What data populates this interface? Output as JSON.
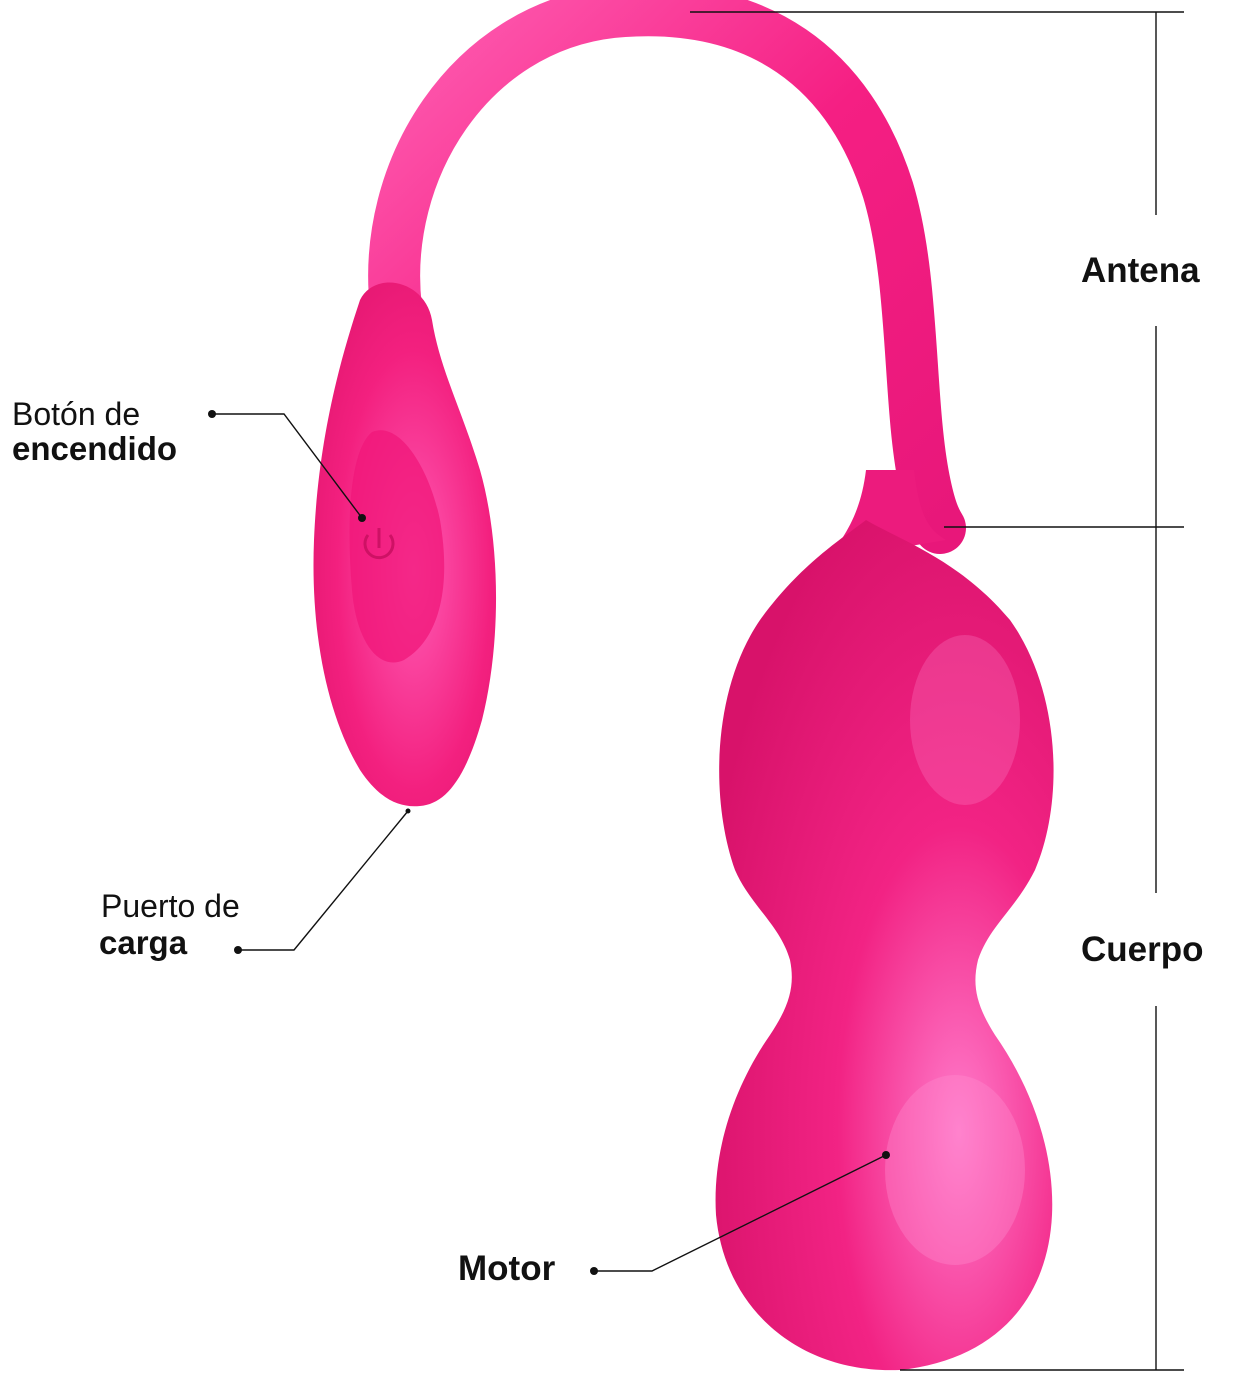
{
  "labels": {
    "boton_line1": "Botón de",
    "boton_line2": "encendido",
    "puerto_line1": "Puerto de",
    "puerto_line2": "carga",
    "motor": "Motor",
    "antena": "Antena",
    "cuerpo": "Cuerpo"
  },
  "colors": {
    "product_main": "#f01c80",
    "product_light": "#ff6cc0",
    "product_dark": "#d0105e",
    "line": "#111111"
  },
  "icons": {
    "power": "power-icon"
  }
}
